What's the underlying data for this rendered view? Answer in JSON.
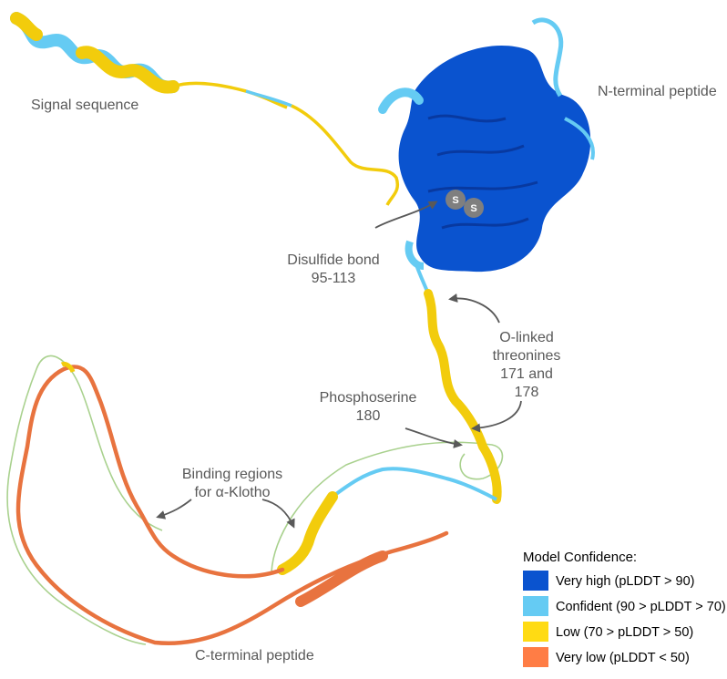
{
  "labels": {
    "signal_sequence": "Signal sequence",
    "n_terminal_peptide": "N-terminal peptide",
    "disulfide_line1": "Disulfide bond",
    "disulfide_line2": "95-113",
    "olinked_line1": "O-linked",
    "olinked_line2": "threonines",
    "olinked_line3": "171 and",
    "olinked_line4": "178",
    "phosphoserine_line1": "Phosphoserine",
    "phosphoserine_line2": "180",
    "binding_line1": "Binding regions",
    "binding_line2": "for α-Klotho",
    "c_terminal_peptide": "C-terminal peptide",
    "sulfur_1": "S",
    "sulfur_2": "S"
  },
  "legend": {
    "title": "Model Confidence:",
    "items": [
      {
        "label": "Very high (pLDDT > 90)",
        "color": "#0a53cf"
      },
      {
        "label": "Confident (90 > pLDDT > 70)",
        "color": "#65cbf3"
      },
      {
        "label": "Low (70 > pLDDT > 50)",
        "color": "#ffdb13"
      },
      {
        "label": "Very low (pLDDT < 50)",
        "color": "#ff7d45"
      }
    ]
  },
  "colors": {
    "very_high": "#0a53cf",
    "confident": "#65cbf3",
    "low": "#f2cc0c",
    "very_low": "#e8733f",
    "binding_outline": "#a9d18e",
    "annotation_arrow": "#595959",
    "sulfur": "#7f7f7f"
  }
}
